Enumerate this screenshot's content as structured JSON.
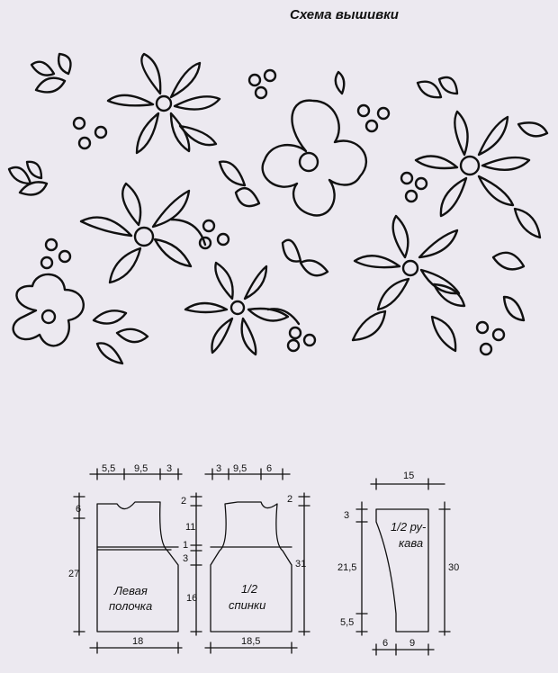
{
  "title": "Схема вышивки",
  "patterns": {
    "front": {
      "label": [
        "Левая",
        "полочка"
      ],
      "top_widths": [
        "5,5",
        "9,5",
        "3"
      ],
      "left_heights": [
        "6",
        "27"
      ],
      "right_heights": [
        "2",
        "11",
        "1",
        "3",
        "16"
      ],
      "bottom_width": "18"
    },
    "back": {
      "label": [
        "1/2",
        "спинки"
      ],
      "top_widths": [
        "3",
        "9,5",
        "6"
      ],
      "right_heights": [
        "2",
        "31"
      ],
      "bottom_width": "18,5"
    },
    "sleeve": {
      "label": [
        "1/2 ру-",
        "кава"
      ],
      "top_width": "15",
      "left_heights": [
        "3",
        "21,5",
        "5,5"
      ],
      "right_height": "30",
      "bottom_widths": [
        "6",
        "9"
      ]
    }
  }
}
